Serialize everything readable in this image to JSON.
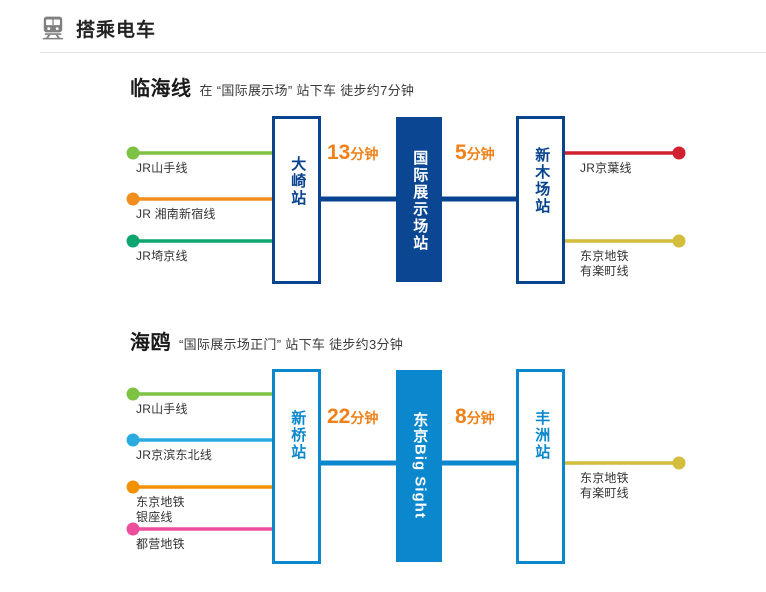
{
  "header": {
    "title": "搭乘电车",
    "icon": "train-icon"
  },
  "colors": {
    "navy": "#07438E",
    "navy_fill": "#0A4692",
    "light_blue": "#0B87CE",
    "orange_text": "#F08018",
    "rule": "#e2e2e2",
    "yamanote_green": "#7DC242",
    "shonan_orange": "#F28E1E",
    "saikyo_green": "#0FA56E",
    "keiyo_red": "#D1212F",
    "yurakucho_gold": "#D4BC3C",
    "keihin_blue": "#29ABE2",
    "ginza_orange": "#F29100",
    "toei_pink": "#EC4E9B"
  },
  "sections": [
    {
      "id": "rinkai",
      "title": "临海线",
      "subtitle": "在 “国际展示场” 站下车 徒步约7分钟",
      "theme": "navy",
      "stations": [
        {
          "name": "大崎站",
          "style": "outline",
          "orientation": "vertical"
        },
        {
          "name": "国际展示场站",
          "style": "filled",
          "orientation": "vertical"
        },
        {
          "name": "新木场站",
          "style": "outline",
          "orientation": "vertical"
        }
      ],
      "segments": [
        {
          "value": "13",
          "unit": "分钟"
        },
        {
          "value": "5",
          "unit": "分钟"
        }
      ],
      "left_feeders": [
        {
          "label": "JR山手线",
          "color": "#7DC242"
        },
        {
          "label": "JR 湘南新宿线",
          "color": "#F28E1E"
        },
        {
          "label": "JR埼京线",
          "color": "#0FA56E"
        }
      ],
      "right_feeders": [
        {
          "label": "JR京葉线",
          "color": "#D1212F"
        },
        {
          "label": "东京地铁\n有楽町线",
          "color": "#D4BC3C"
        }
      ]
    },
    {
      "id": "yurikamome",
      "title": "海鸥",
      "subtitle": "“国际展示场正门” 站下车 徒步约3分钟",
      "theme": "light_blue",
      "stations": [
        {
          "name": "新桥站",
          "style": "outline",
          "orientation": "vertical"
        },
        {
          "name": "东京Big Sight",
          "style": "filled",
          "orientation": "vertical-latin"
        },
        {
          "name": "丰洲站",
          "style": "outline",
          "orientation": "vertical"
        }
      ],
      "segments": [
        {
          "value": "22",
          "unit": "分钟"
        },
        {
          "value": "8",
          "unit": "分钟"
        }
      ],
      "left_feeders": [
        {
          "label": "JR山手线",
          "color": "#7DC242"
        },
        {
          "label": "JR京滨东北线",
          "color": "#29ABE2"
        },
        {
          "label": "东京地铁\n银座线",
          "color": "#F29100"
        },
        {
          "label": "都营地铁",
          "color": "#EC4E9B"
        }
      ],
      "right_feeders": [
        {
          "label": "东京地铁\n有楽町线",
          "color": "#D4BC3C"
        }
      ]
    }
  ]
}
